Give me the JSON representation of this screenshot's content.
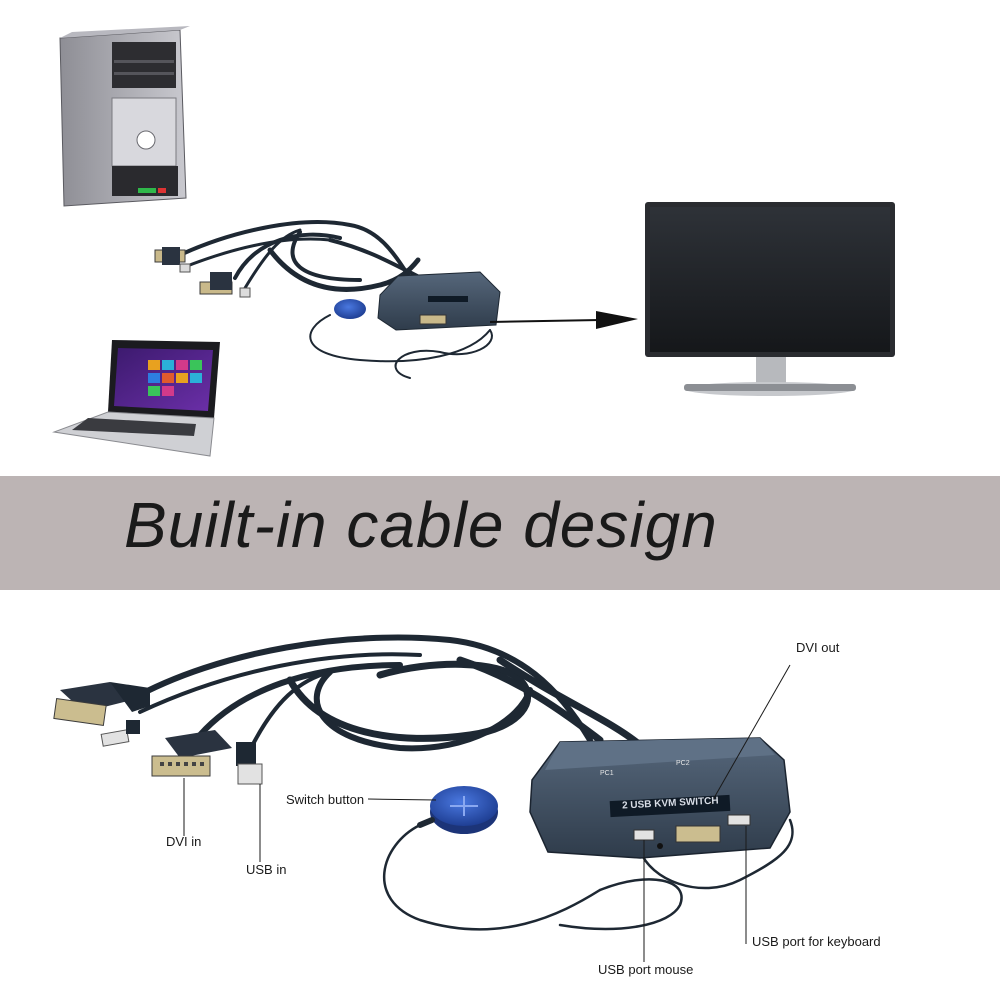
{
  "banner": {
    "title": "Built-in cable design"
  },
  "labels": {
    "dvi_out": "DVI out",
    "switch_button": "Switch button",
    "dvi_in": "DVI in",
    "usb_in": "USB in",
    "usb_keyboard": "USB port for keyboard",
    "usb_mouse": "USB port mouse"
  },
  "device": {
    "pc1_label": "PC1",
    "pc2_label": "PC2",
    "brand_text": "2 USB KVM SWITCH"
  },
  "colors": {
    "banner": "#bcb4b4",
    "device_body": "#3c4b5c",
    "cable": "#1e2833",
    "button": "#2a4fb0"
  }
}
